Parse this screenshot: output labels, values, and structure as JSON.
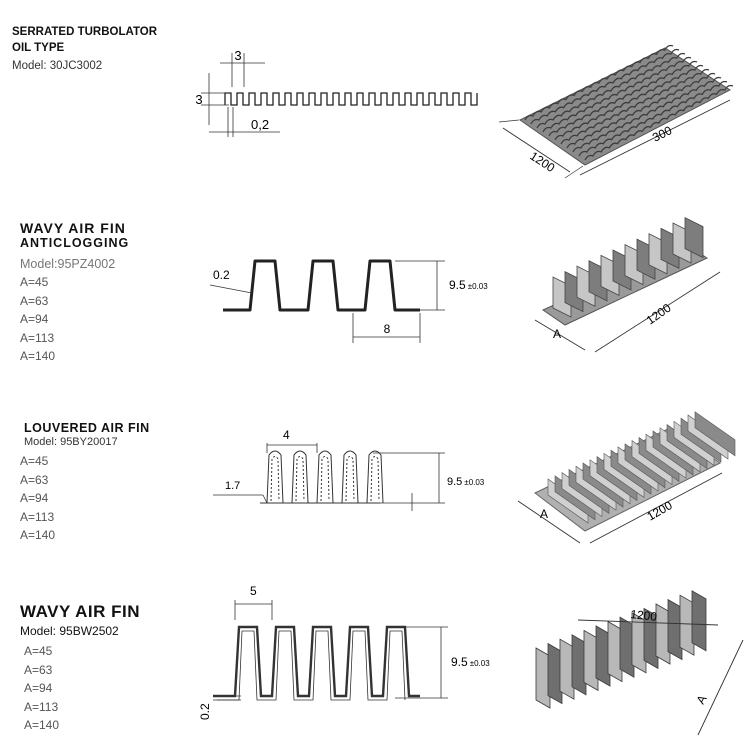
{
  "sections": [
    {
      "title_lines": [
        "SERRATED TURBOLATOR",
        "OIL TYPE"
      ],
      "model": "Model: 30JC3002",
      "dims": {
        "pitch": "3",
        "height": "3",
        "thickness": "0,2",
        "width": "1200",
        "length": "300"
      }
    },
    {
      "title_lines": [
        "WAVY AIR FIN",
        "ANTICLOGGING"
      ],
      "model": "Model:95PZ4002",
      "a_values": [
        "A=45",
        "A=63",
        "A=94",
        "A=113",
        "A=140"
      ],
      "dims": {
        "thickness": "0.2",
        "height": "9.5",
        "tolerance": "±0.03",
        "pitch": "8",
        "a_label": "A",
        "length": "1200"
      }
    },
    {
      "title_lines": [
        "LOUVERED AIR FIN"
      ],
      "model": "Model: 95BY20017",
      "a_values": [
        "A=45",
        "A=63",
        "A=94",
        "A=113",
        "A=140"
      ],
      "dims": {
        "pitch": "4",
        "offset": "1.7",
        "height": "9.5",
        "tolerance": "±0.03",
        "a_label": "A",
        "length": "1200"
      }
    },
    {
      "title_lines": [
        "WAVY AIR FIN"
      ],
      "model": "Model: 95BW2502",
      "a_values": [
        "A=45",
        "A=63",
        "A=94",
        "A=113",
        "A=140"
      ],
      "dims": {
        "pitch": "5",
        "height": "9.5",
        "tolerance": "±0.03",
        "thickness": "0.2",
        "length": "1200",
        "a_label": "A"
      }
    }
  ]
}
